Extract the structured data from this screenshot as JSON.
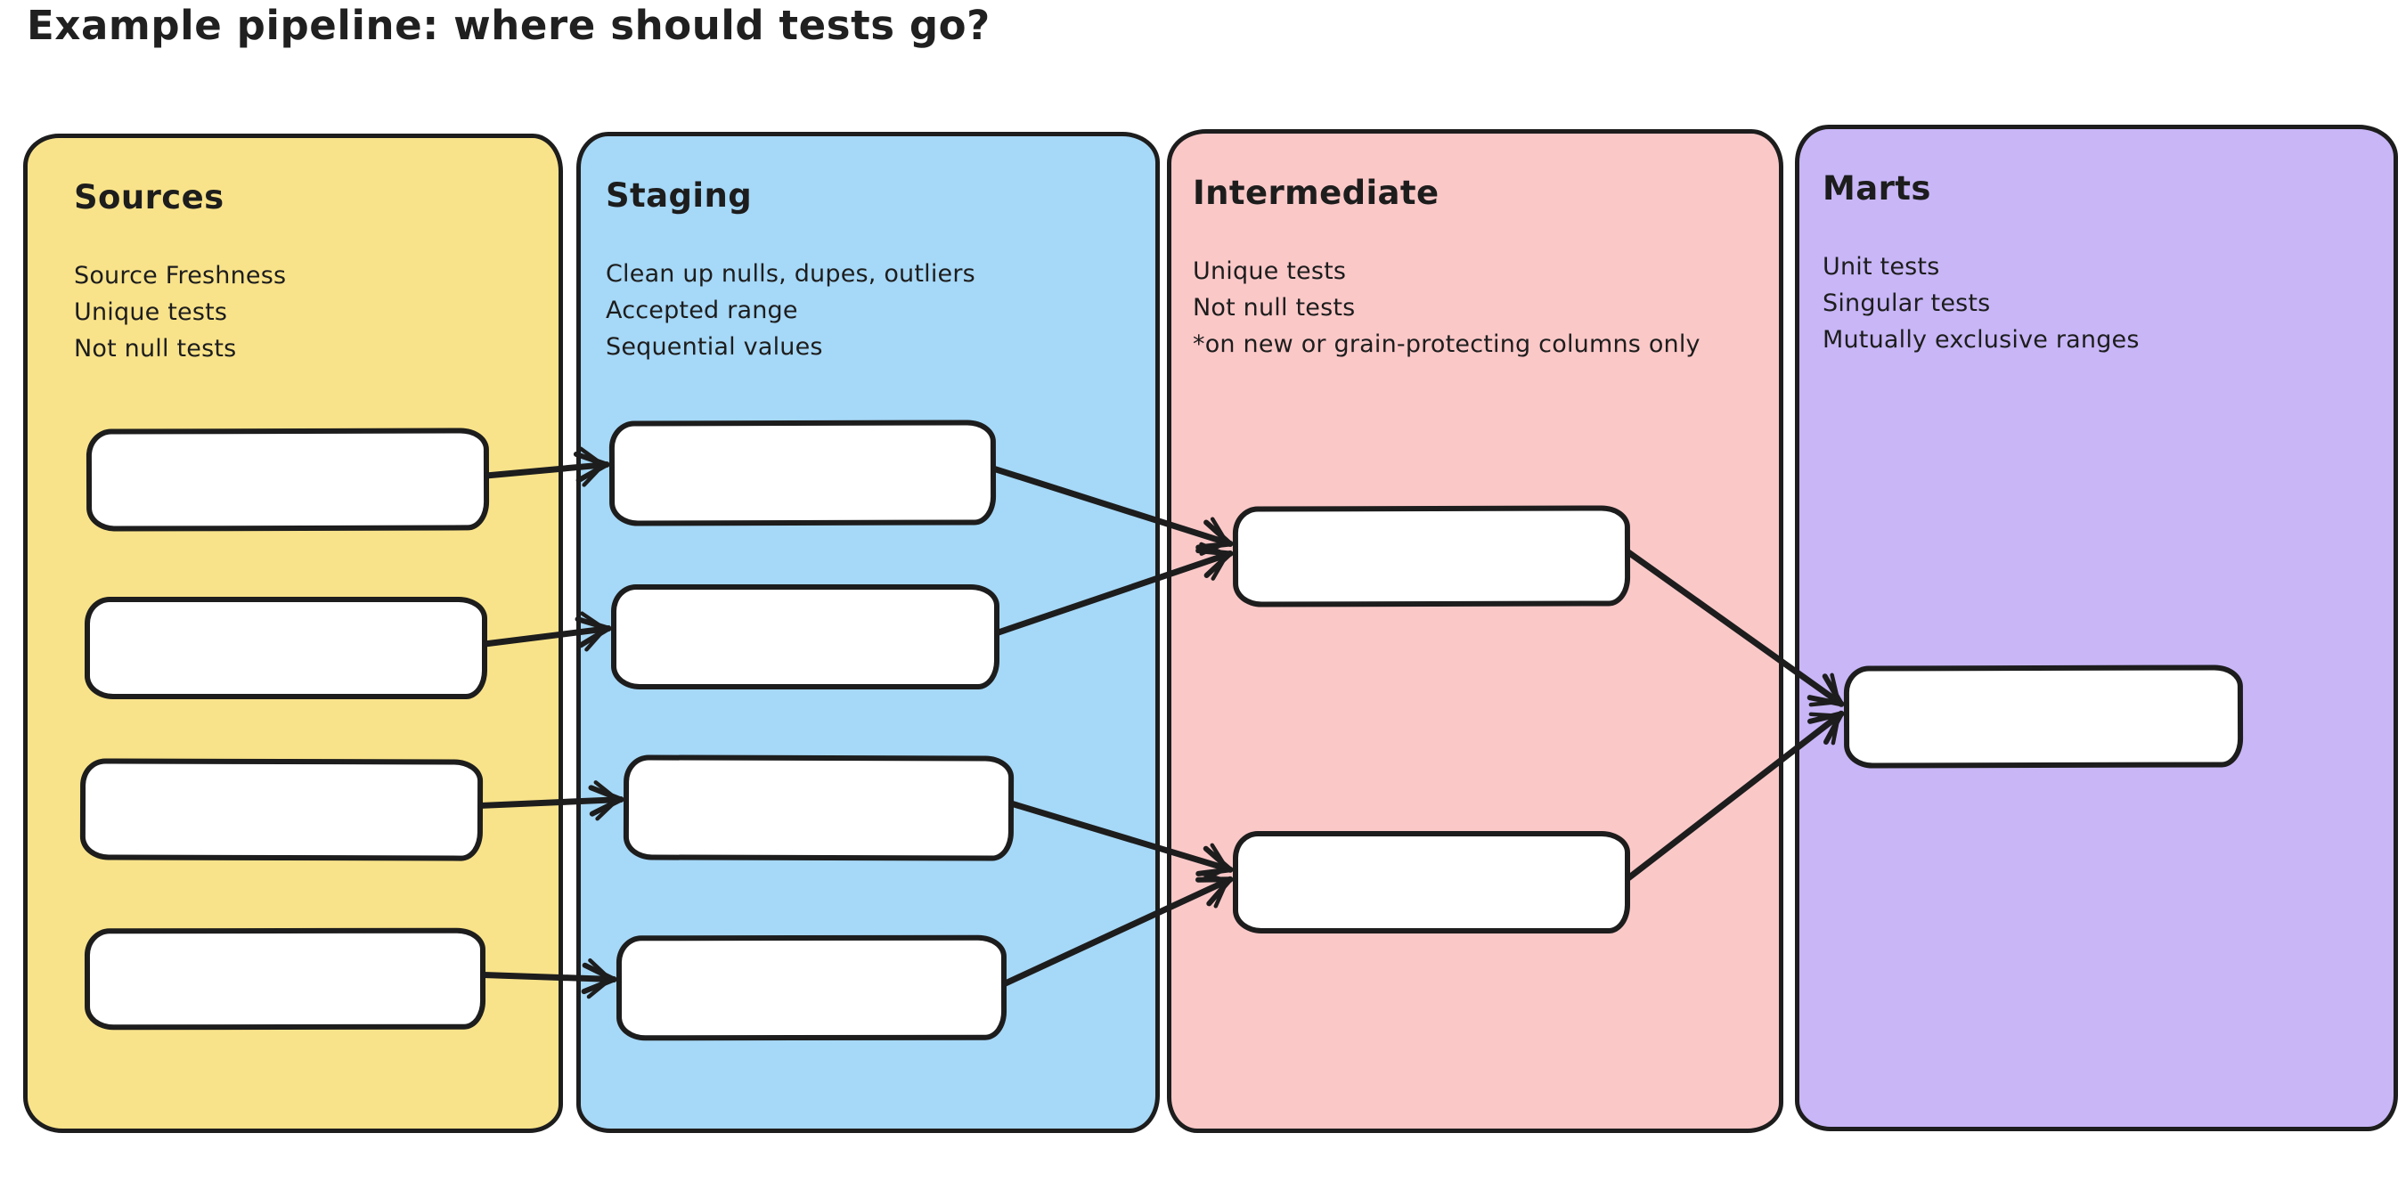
{
  "title": "Example pipeline: where should tests go?",
  "colors": {
    "background": "#FFFFFF",
    "stroke": "#1D1D1D",
    "node_fill": "#FFFFFF",
    "sources_fill": "#F9E38A",
    "staging_fill": "#A6D8F7",
    "intermediate_fill": "#FBC8C8",
    "marts_fill": "#C8B6F7"
  },
  "columns": [
    {
      "id": "sources",
      "label": "Sources",
      "color": "#F9E38A",
      "notes": [
        "Source Freshness",
        "Unique tests",
        "Not null tests"
      ],
      "node_count": 4
    },
    {
      "id": "staging",
      "label": "Staging",
      "color": "#A6D8F7",
      "notes": [
        "Clean up nulls, dupes, outliers",
        "Accepted range",
        "Sequential values"
      ],
      "node_count": 4
    },
    {
      "id": "intermediate",
      "label": "Intermediate",
      "color": "#FBC8C8",
      "notes": [
        "Unique tests",
        "Not null tests",
        "*on new or grain-protecting columns only"
      ],
      "node_count": 2
    },
    {
      "id": "marts",
      "label": "Marts",
      "color": "#C8B6F7",
      "notes": [
        "Unit tests",
        "Singular tests",
        "Mutually exclusive ranges"
      ],
      "node_count": 1
    }
  ],
  "edges": [
    {
      "from": "sources.0",
      "to": "staging.0"
    },
    {
      "from": "sources.1",
      "to": "staging.1"
    },
    {
      "from": "sources.2",
      "to": "staging.2"
    },
    {
      "from": "sources.3",
      "to": "staging.3"
    },
    {
      "from": "staging.0",
      "to": "intermediate.0"
    },
    {
      "from": "staging.1",
      "to": "intermediate.0"
    },
    {
      "from": "staging.2",
      "to": "intermediate.1"
    },
    {
      "from": "staging.3",
      "to": "intermediate.1"
    },
    {
      "from": "intermediate.0",
      "to": "marts.0"
    },
    {
      "from": "intermediate.1",
      "to": "marts.0"
    }
  ]
}
